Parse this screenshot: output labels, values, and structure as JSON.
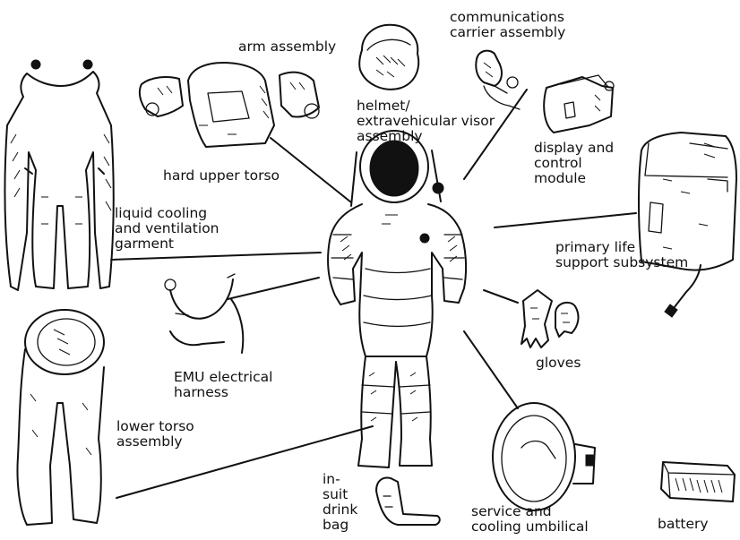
{
  "labels": {
    "arm_assembly": "arm assembly",
    "helmet": "helmet/\nextravehicular visor\nassembly",
    "communications": "communications\ncarrier assembly",
    "display_control": "display and\ncontrol\nmodule",
    "hard_upper_torso": "hard upper torso",
    "liquid_cooling": "liquid cooling\nand ventilation\ngarment",
    "plss": "primary life\nsupport subsystem",
    "gloves": "gloves",
    "emu_harness": "EMU electrical\nharness",
    "lower_torso": "lower torso\nassembly",
    "drink_bag": "in-\nsuit\ndrink\nbag",
    "umbilical": "service and\ncooling umbilical",
    "battery": "battery"
  }
}
